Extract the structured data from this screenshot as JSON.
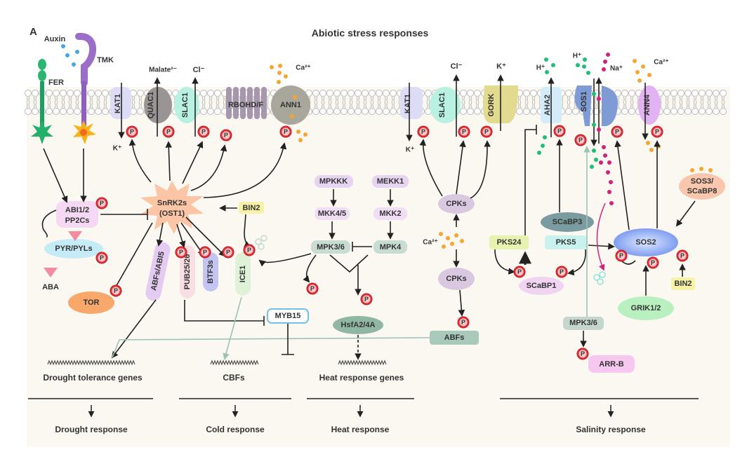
{
  "panel_label": "A",
  "title": "Abiotic stress responses",
  "colors": {
    "phospho": "#e8303a",
    "background": "#fbf8f1",
    "membrane": "#d9d9d9"
  },
  "phospho_label": "P",
  "membrane": {
    "FER": "FER",
    "Auxin": "Auxin",
    "TMK": "TMK",
    "KAT1_left": "KAT1",
    "K_in_left": "K⁺",
    "QUAC1": "QUAC1",
    "Malate": "Malate²⁻",
    "SLAC1_left": "SLAC1",
    "Cl_left": "Cl⁻",
    "RBOHD": "RBOHD/F",
    "ANN1": "ANN1",
    "Ca_left": "Ca²⁺",
    "KAT1_right": "KAT1",
    "K_in_right": "K⁺",
    "SLAC1_right": "SLAC1",
    "Cl_right": "Cl⁻",
    "GORK": "GORK",
    "K_out": "K⁺",
    "AHA2": "AHA2",
    "H_aha": "H⁺",
    "SOS1": "SOS1",
    "H_sos": "H⁺",
    "Na": "Na⁺",
    "ANN4": "ANN4",
    "Ca_right": "Ca²⁺"
  },
  "drought": {
    "ABI": "ABI1/2",
    "PP2Cs": "PP2Cs",
    "PYR": "PYR/PYLs",
    "ABA": "ABA",
    "TOR": "TOR",
    "SnRK2s": "SnRK2s",
    "OST1": "(OST1)",
    "BIN2": "BIN2",
    "ABFs": "ABFs/ABI5",
    "PUB": "PUB25/26",
    "BTF3s": "BTF3s",
    "ICE1": "ICE1"
  },
  "heat": {
    "MPKKK": "MPKKK",
    "MEKK1": "MEKK1",
    "MKK45": "MKK4/5",
    "MKK2": "MKK2",
    "MPK36": "MPK3/6",
    "MPK4": "MPK4",
    "MYB15": "MYB15",
    "Hsf": "HsfA2/4A"
  },
  "cpk": {
    "CPKs_top": "CPKs",
    "Ca": "Ca²⁺",
    "CPKs_bottom": "CPKs",
    "ABFs": "ABFs"
  },
  "salinity": {
    "SOS3": "SOS3/",
    "SCaBP8": "SCaBP8",
    "SCaBP3": "SCaBP3",
    "PKS24": "PKS24",
    "PKS5": "PKS5",
    "SOS2": "SOS2",
    "SCaBP1": "SCaBP1",
    "BIN2": "BIN2",
    "GRIK": "GRIK1/2",
    "MPK36": "MPK3/6",
    "ARRB": "ARR-B"
  },
  "genes": {
    "drought": "Drought tolerance genes",
    "cold": "CBFs",
    "heat": "Heat response genes"
  },
  "responses": {
    "drought": "Drought response",
    "cold": "Cold response",
    "heat": "Heat response",
    "salinity": "Salinity response"
  }
}
